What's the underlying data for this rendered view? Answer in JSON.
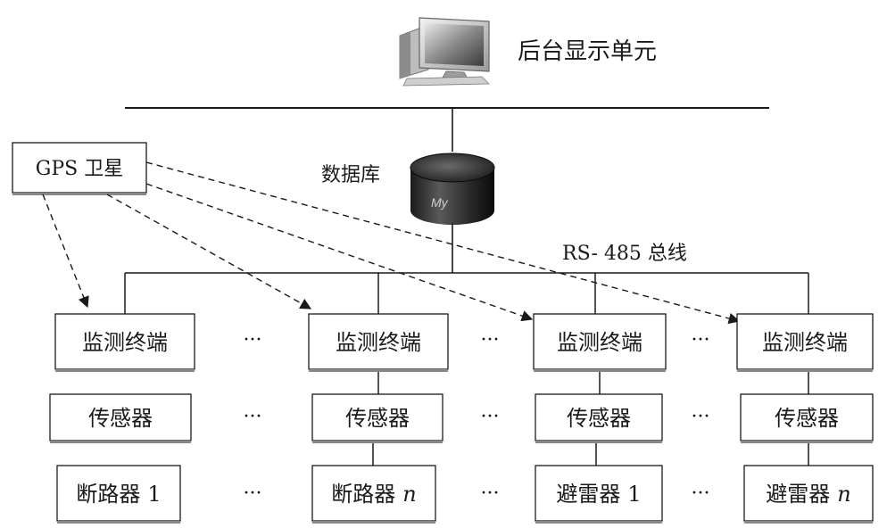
{
  "top": {
    "display_unit_label": "后台显示单元",
    "database_label": "数据库",
    "database_logo_text": "My",
    "gps_label": "GPS 卫星",
    "bus_label": "RS- 485 总线"
  },
  "ellipsis": "···",
  "columns": [
    {
      "terminal": "监测终端",
      "sensor": "传感器",
      "device_main": "断路器",
      "device_suffix": "1",
      "suffix_italic": false
    },
    {
      "terminal": "监测终端",
      "sensor": "传感器",
      "device_main": "断路器",
      "device_suffix": "n",
      "suffix_italic": true
    },
    {
      "terminal": "监测终端",
      "sensor": "传感器",
      "device_main": "避雷器",
      "device_suffix": "1",
      "suffix_italic": false
    },
    {
      "terminal": "监测终端",
      "sensor": "传感器",
      "device_main": "避雷器",
      "device_suffix": "n",
      "suffix_italic": true
    }
  ]
}
